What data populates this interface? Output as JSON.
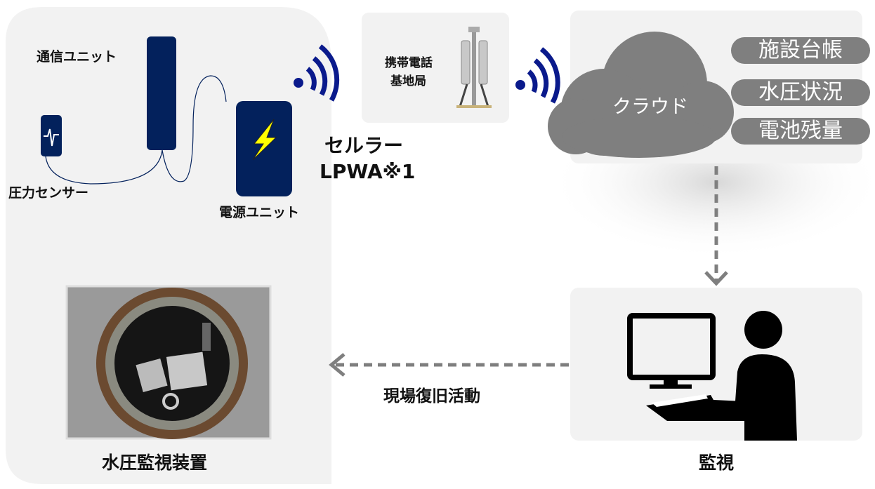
{
  "device_panel": {
    "comm_unit_label": "通信ユニット",
    "pressure_sensor_label": "圧力センサー",
    "power_unit_label": "電源ユニット",
    "title": "水圧監視装置"
  },
  "network": {
    "line1": "セルラー",
    "line2": "LPWA※1"
  },
  "base_station": {
    "line1": "携帯電話",
    "line2": "基地局"
  },
  "cloud": {
    "label": "クラウド",
    "items": [
      "施設台帳",
      "水圧状況",
      "電池残量"
    ]
  },
  "monitoring": {
    "label": "監視"
  },
  "recovery": {
    "label": "現場復旧活動"
  },
  "colors": {
    "navy": "#03215c",
    "panel": "#f2f2f2",
    "gray": "#7f7f7f",
    "wifi": "#0a1a8c",
    "bolt": "#ffff00"
  }
}
